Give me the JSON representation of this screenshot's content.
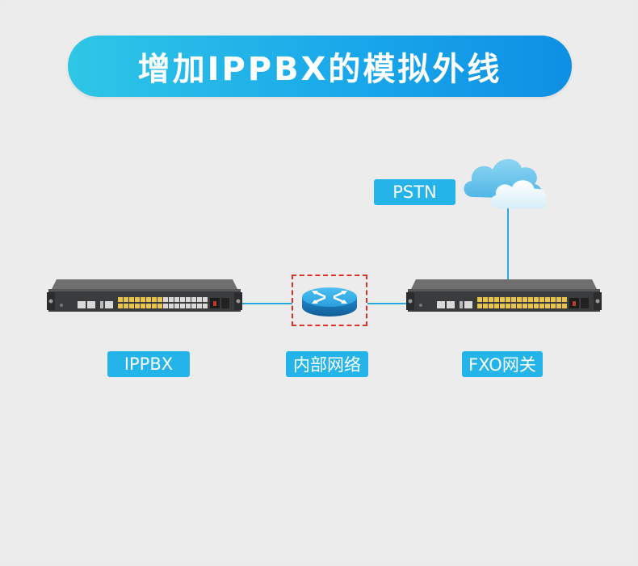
{
  "title": "增加IPPBX的模拟外线",
  "labels": {
    "pstn": "PSTN",
    "ippbx": "IPPBX",
    "internal_network": "内部网络",
    "fxo_gateway": "FXO网关"
  },
  "colors": {
    "banner_start": "#2fc6e6",
    "banner_end": "#0e8fe4",
    "tag_bg": "#25b4ea",
    "connector": "#2aa9df",
    "router_highlight": "#d9312b"
  },
  "icons": {
    "cloud": "cloud-icon",
    "router": "router-icon",
    "ippbx_device": "rack-switch-icon",
    "fxo_device": "rack-switch-icon"
  }
}
